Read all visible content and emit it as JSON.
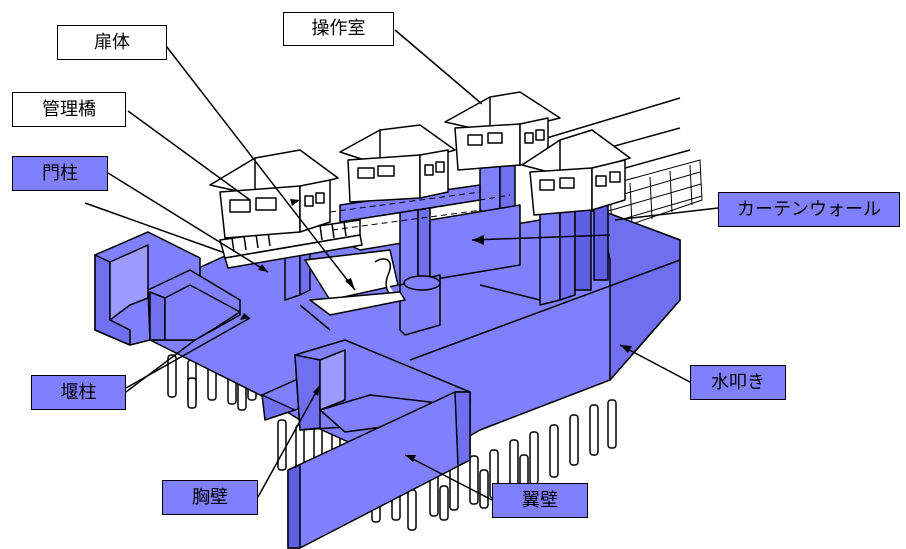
{
  "colors": {
    "structure": "#8080ff",
    "structure_dark": "#5f5fe6",
    "line": "#000000",
    "house_fill": "#ffffff"
  },
  "labels": {
    "sluice_gate": "扉体",
    "operation_room": "操作室",
    "management_bridge": "管理橋",
    "gate_pillar": "門柱",
    "curtain_wall": "カーテンウォール",
    "weir_pillar": "堰柱",
    "apron": "水叩き",
    "breast_wall": "胸壁",
    "wing_wall": "翼壁"
  }
}
